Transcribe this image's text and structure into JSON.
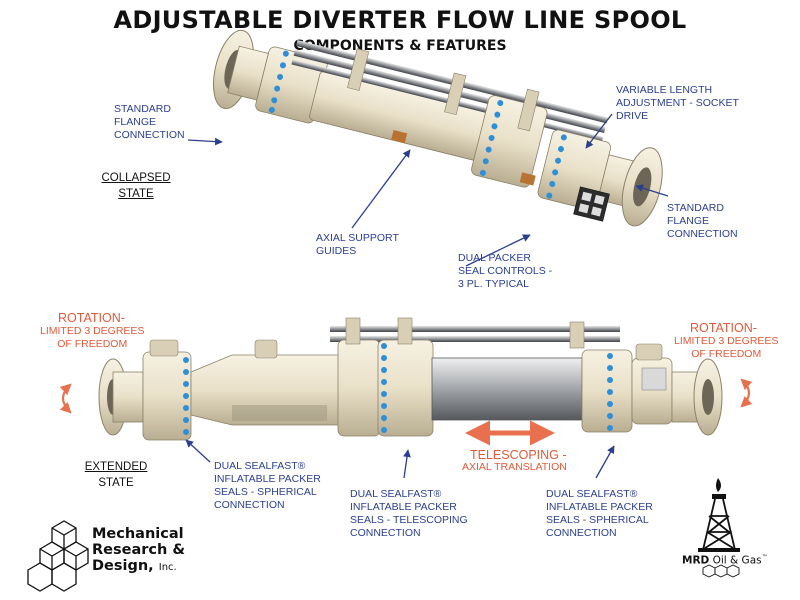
{
  "title": "ADJUSTABLE DIVERTER FLOW LINE SPOOL",
  "subtitle": "COMPONENTS & FEATURES",
  "states": {
    "collapsed": [
      "COLLAPSED",
      "STATE"
    ],
    "extended": [
      "EXTENDED",
      "STATE"
    ]
  },
  "labels": {
    "std_flange_left": "STANDARD\nFLANGE\nCONNECTION",
    "variable_length": "VARIABLE LENGTH\nADJUSTMENT - SOCKET\nDRIVE",
    "std_flange_right": "STANDARD\nFLANGE\nCONNECTION",
    "axial_support": "AXIAL SUPPORT\nGUIDES",
    "dual_packer": "DUAL PACKER\nSEAL CONTROLS -\n3 PL. TYPICAL",
    "rotation_left_title": "ROTATION-",
    "rotation_left_sub": "LIMITED 3 DEGREES\nOF FREEDOM",
    "rotation_right_title": "ROTATION-",
    "rotation_right_sub": "LIMITED 3 DEGREES\nOF FREEDOM",
    "telescoping_title": "TELESCOPING -",
    "telescoping_sub": "AXIAL TRANSLATION",
    "sealfast_left": "DUAL SEALFAST®\nINFLATABLE PACKER\nSEALS - SPHERICAL\nCONNECTION",
    "sealfast_mid": "DUAL SEALFAST®\nINFLATABLE PACKER\nSEALS - TELESCOPING\nCONNECTION",
    "sealfast_right": "DUAL SEALFAST®\nINFLATABLE PACKER\nSEALS - SPHERICAL\nCONNECTION"
  },
  "logos": {
    "mrd_company": [
      "Mechanical",
      "Research &",
      "Design,"
    ],
    "mrd_company_suffix": "Inc.",
    "oil_gas_prefix": "MRD",
    "oil_gas_name": "Oil & Gas",
    "oil_gas_tm": "™"
  },
  "colors": {
    "label_blue": "#2b3f8f",
    "accent_red": "#e05a3a",
    "body_cream": "#ece4cf",
    "bolt_blue": "#2f8fd6"
  }
}
